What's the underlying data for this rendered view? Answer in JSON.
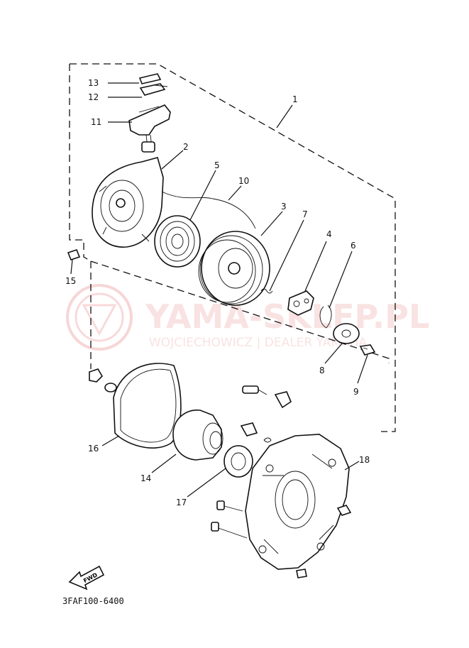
{
  "diagram": {
    "callouts": [
      "1",
      "2",
      "3",
      "4",
      "5",
      "6",
      "7",
      "8",
      "9",
      "10",
      "11",
      "12",
      "13",
      "14",
      "15",
      "16",
      "17",
      "18"
    ],
    "code": "3FAF100-6400",
    "fwd_label": "FWD"
  },
  "watermark": {
    "title": "YAMA-SKLEP.PL",
    "subtitle": "WOJCIECHOWICZ | DEALER YAMAHA",
    "color": "#e26a6a"
  }
}
